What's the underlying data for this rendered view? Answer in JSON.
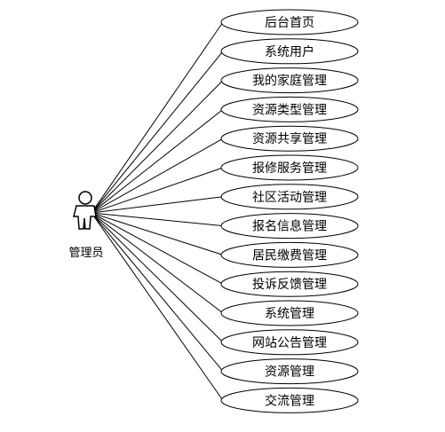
{
  "diagram": {
    "actor": {
      "label": "管理员",
      "icon": "person-icon"
    },
    "use_cases": [
      {
        "label": "后台首页"
      },
      {
        "label": "系统用户"
      },
      {
        "label": "我的家庭管理"
      },
      {
        "label": "资源类型管理"
      },
      {
        "label": "资源共享管理"
      },
      {
        "label": "报修服务管理"
      },
      {
        "label": "社区活动管理"
      },
      {
        "label": "报名信息管理"
      },
      {
        "label": "居民缴费管理"
      },
      {
        "label": "投诉反馈管理"
      },
      {
        "label": "系统管理"
      },
      {
        "label": "网站公告管理"
      },
      {
        "label": "资源管理"
      },
      {
        "label": "交流管理"
      }
    ]
  }
}
